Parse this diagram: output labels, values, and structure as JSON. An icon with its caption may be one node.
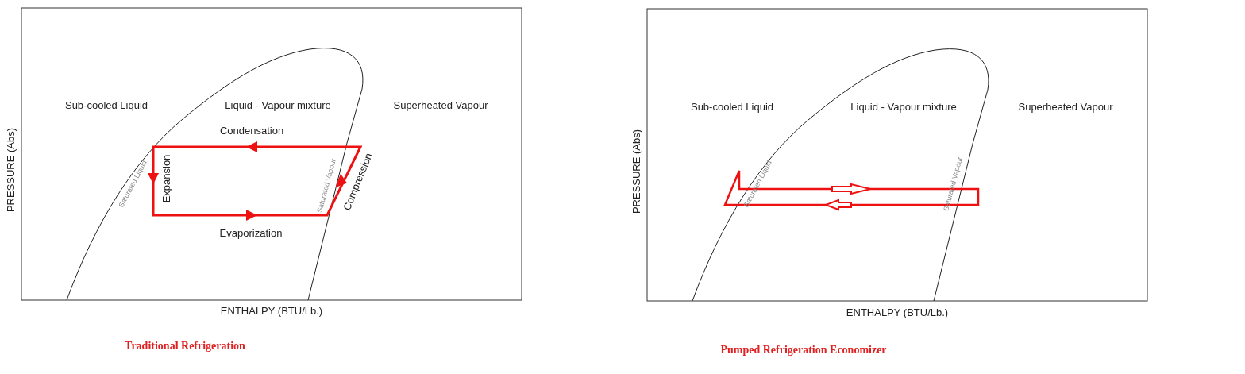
{
  "diagram": {
    "labels": [
      "Sub-cooled Liquid",
      "Liquid - Vapour mixture",
      "Superheated Vapour",
      "Condensation",
      "PRESSURE (Abs)",
      "Saturated Liquid",
      "Expansion",
      "Saturated Vapour",
      "Compression",
      "Evaporization",
      "ENTHALPY (BTU/Lb.)",
      "Traditional Refrigeration",
      "Sub-cooled Liquid",
      "Liquid - Vapour mixture",
      "Superheated Vapour",
      "PRESSURE (Abs)",
      "Saturated Liquid",
      "Saturated Vapour",
      "ENTHALPY (BTU/Lb.)",
      "Pumped Refrigeration Economizer"
    ]
  }
}
